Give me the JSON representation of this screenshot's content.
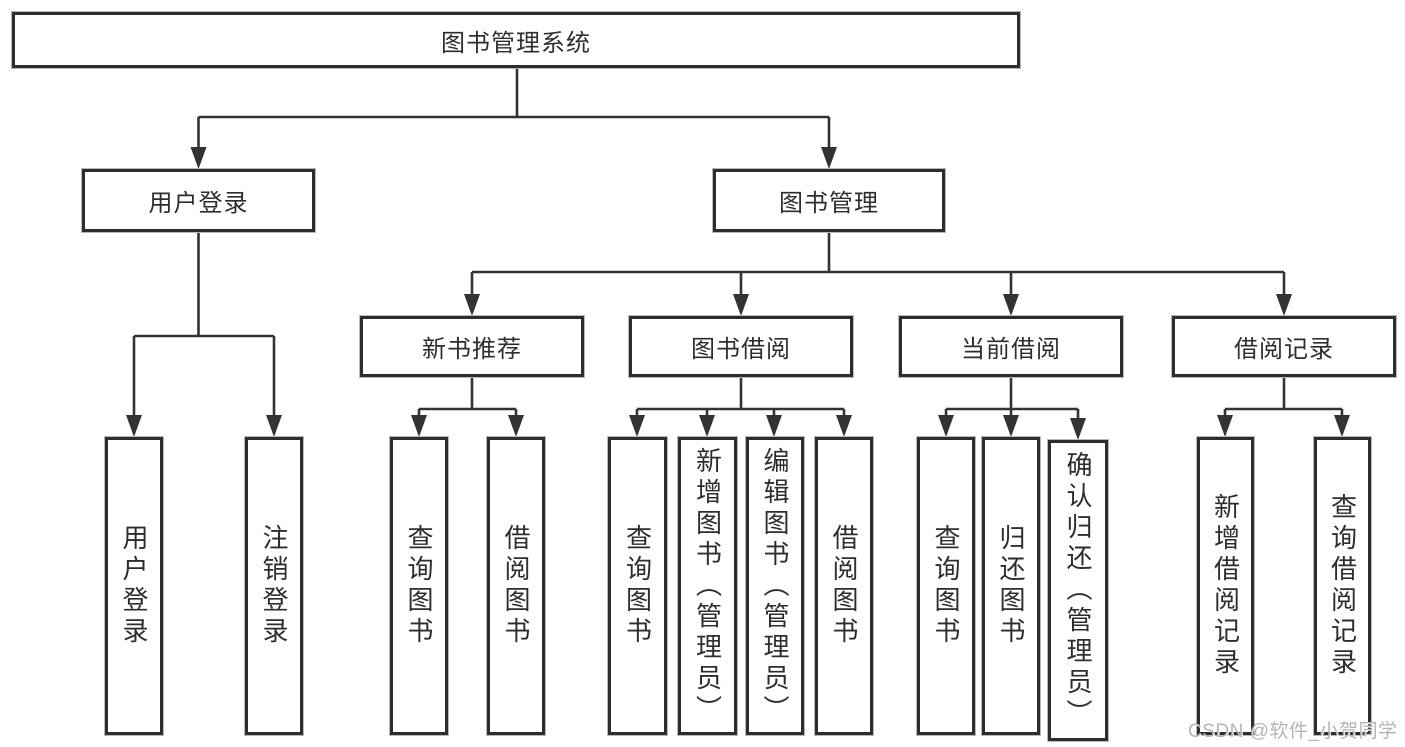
{
  "root": {
    "label": "图书管理系统"
  },
  "level2": {
    "user_login": "用户登录",
    "book_management": "图书管理"
  },
  "level3": {
    "new_book_recommend": "新书推荐",
    "book_borrow": "图书借阅",
    "current_borrow": "当前借阅",
    "borrow_records": "借阅记录"
  },
  "leaves": {
    "user_login": "用户登录",
    "logout": "注销登录",
    "recommend_query": "查询图书",
    "recommend_borrow": "借阅图书",
    "borrow_query": "查询图书",
    "borrow_add_admin": "新增图书（管理员）",
    "borrow_edit_admin": "编辑图书（管理员）",
    "borrow_borrow": "借阅图书",
    "current_query": "查询图书",
    "current_return": "归还图书",
    "current_confirm_admin": "确认归还（管理员）",
    "records_add": "新增借阅记录",
    "records_query": "查询借阅记录"
  },
  "watermark": {
    "text": "CSDN @软件_小贺同学"
  },
  "colors": {
    "line": "#333333",
    "box_border": "#2d2d2d",
    "text": "#2e2e2e",
    "watermark": "#b5b5b5",
    "background": "#ffffff"
  },
  "hierarchy": {
    "图书管理系统": {
      "用户登录": [
        "用户登录",
        "注销登录"
      ],
      "图书管理": {
        "新书推荐": [
          "查询图书",
          "借阅图书"
        ],
        "图书借阅": [
          "查询图书",
          "新增图书（管理员）",
          "编辑图书（管理员）",
          "借阅图书"
        ],
        "当前借阅": [
          "查询图书",
          "归还图书",
          "确认归还（管理员）"
        ],
        "借阅记录": [
          "新增借阅记录",
          "查询借阅记录"
        ]
      }
    }
  }
}
